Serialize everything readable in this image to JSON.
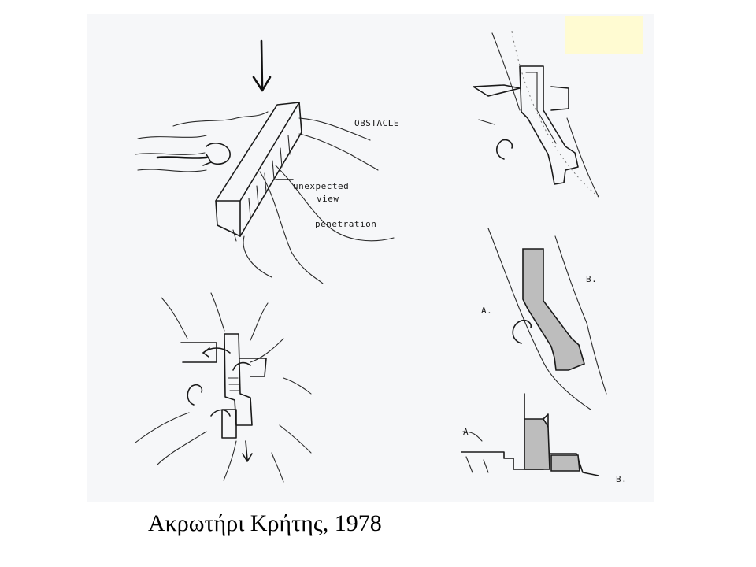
{
  "caption": "Ακρωτήρι Κρήτης, 1978",
  "sketch_labels": {
    "obstacle": "OBSTACLE",
    "unexpected": "unexpected",
    "view": "view",
    "penetration": "penetration",
    "plan_a": "A.",
    "plan_b": "B.",
    "section_a": "A",
    "section_b": "B."
  },
  "colors": {
    "scan_background": "#f6f7f9",
    "sticky_note": "#fffbd2",
    "ink": "#1a1a1a"
  }
}
